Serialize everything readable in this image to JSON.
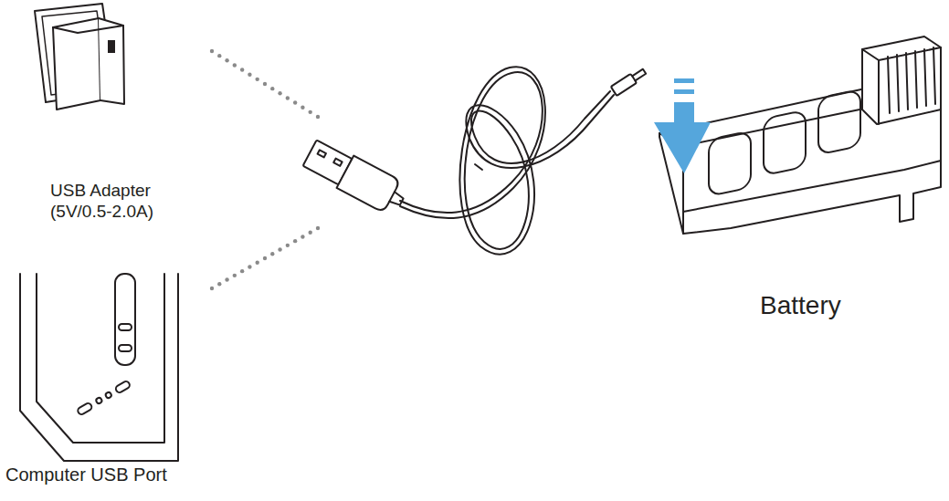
{
  "diagram": {
    "labels": [
      "USB Adapter (5V/0.5-2.0A)",
      "Computer USB Port",
      "Battery"
    ]
  }
}
